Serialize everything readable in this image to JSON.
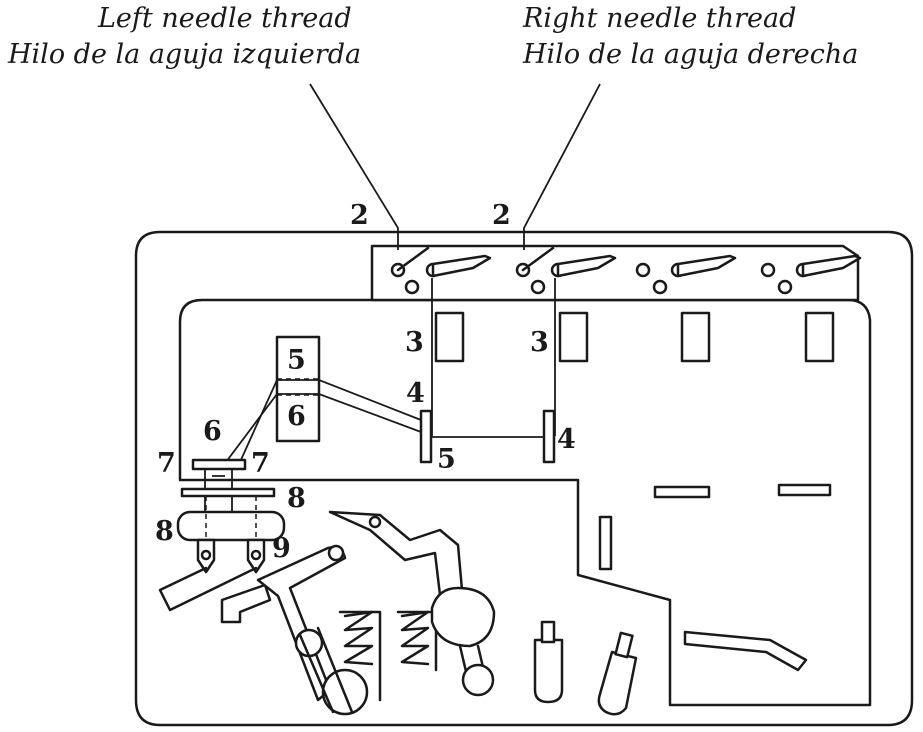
{
  "labels": {
    "left_en": "Left needle thread",
    "left_es": "Hilo de la aguja izquierda",
    "right_en": "Right needle thread",
    "right_es": "Hilo de la aguja derecha"
  },
  "callouts": {
    "left_2": "2",
    "right_2": "2",
    "left_3": "3",
    "right_3": "3",
    "left_4": "4",
    "right_4": "4",
    "upper_5": "5",
    "lower_5": "5",
    "box_6": "6",
    "left_6": "6",
    "left_7": "7",
    "right_7": "7",
    "right_8": "8",
    "left_8": "8",
    "needle_9": "9"
  }
}
